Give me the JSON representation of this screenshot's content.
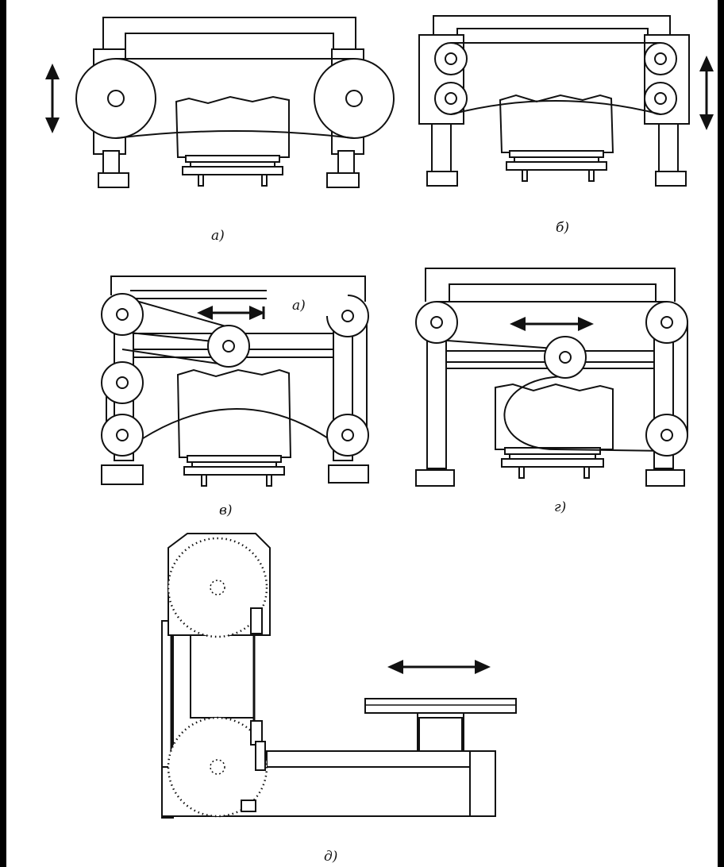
{
  "figure": {
    "labels": {
      "a": "а)",
      "b": "б)",
      "a2": "а)",
      "v": "в)",
      "g": "г)",
      "d": "д)"
    }
  }
}
